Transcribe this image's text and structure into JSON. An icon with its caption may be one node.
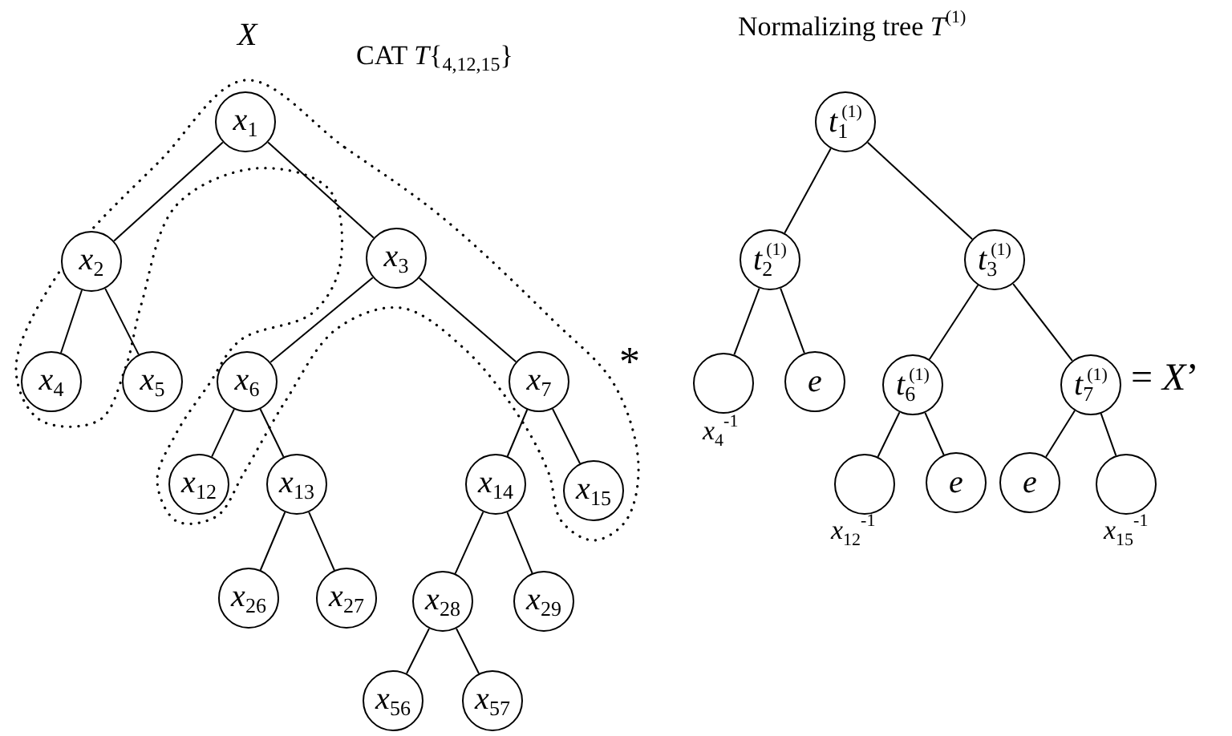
{
  "diagram": {
    "nodes": [
      {
        "text": [
          "*x*$_{1}$"
        ]
      },
      {
        "text": [
          "*x*$_{2}$"
        ]
      },
      {
        "text": [
          "*x*$_{3}$"
        ]
      },
      {
        "text": [
          "*x*$_{4}$"
        ]
      },
      {
        "text": [
          "*x*$_{5}$"
        ]
      },
      {
        "text": [
          "*x*$_{6}$"
        ]
      },
      {
        "text": [
          "*x*$_{7}$"
        ]
      },
      {
        "text": [
          "*x*$_{12}$"
        ]
      },
      {
        "text": [
          "*x*$_{13}$"
        ]
      },
      {
        "text": [
          "*x*$_{14}$"
        ]
      },
      {
        "text": [
          "*x*$_{15}$"
        ]
      },
      {
        "text": [
          "*x*$_{26}$"
        ]
      },
      {
        "text": [
          "*x*$_{27}$"
        ]
      },
      {
        "text": [
          "*x*$_{28}$"
        ]
      },
      {
        "text": [
          "*x*$_{29}$"
        ]
      },
      {
        "text": [
          "*x*$_{56}$"
        ]
      },
      {
        "text": [
          "*x*$_{57}$"
        ]
      },
      {
        "text": [
          "*t*$_{1}$$^{(1)}$"
        ]
      },
      {
        "text": [
          "*t*$_{2}$$^{(1)}$"
        ]
      },
      {
        "text": [
          "*t*$_{3}$$^{(1)}$"
        ]
      },
      {
        "text": [],
        "shape": "circle",
        "beside": [
          "*x*$_{4}$$^{-1}$"
        ]
      },
      {
        "text": [
          "*e*"
        ]
      },
      {
        "text": [
          "*t*$_{6}$$^{(1)}$"
        ]
      },
      {
        "text": [
          "*t*$_{7}$$^{(1)}$"
        ]
      },
      {
        "text": [],
        "shape": "circle",
        "beside": [
          "*x*$_{12}$$^{-1}$"
        ]
      },
      {
        "text": [
          "*e*"
        ]
      },
      {
        "text": [
          "*e*"
        ]
      },
      {
        "text": [],
        "shape": "circle",
        "beside": [
          "*x*$_{15}$$^{-1}$"
        ]
      }
    ],
    "edges": [
      {
        "from": 0,
        "to": 1,
        "arrow": "none"
      },
      {
        "from": 0,
        "to": 2,
        "arrow": "none"
      },
      {
        "from": 1,
        "to": 3,
        "arrow": "none"
      },
      {
        "from": 1,
        "to": 4,
        "arrow": "none"
      },
      {
        "from": 2,
        "to": 5,
        "arrow": "none"
      },
      {
        "from": 2,
        "to": 6,
        "arrow": "none"
      },
      {
        "from": 5,
        "to": 7,
        "arrow": "none"
      },
      {
        "from": 5,
        "to": 8,
        "arrow": "none"
      },
      {
        "from": 6,
        "to": 9,
        "arrow": "none"
      },
      {
        "from": 6,
        "to": 10,
        "arrow": "none"
      },
      {
        "from": 8,
        "to": 11,
        "arrow": "none"
      },
      {
        "from": 8,
        "to": 12,
        "arrow": "none"
      },
      {
        "from": 9,
        "to": 13,
        "arrow": "none"
      },
      {
        "from": 9,
        "to": 14,
        "arrow": "none"
      },
      {
        "from": 13,
        "to": 15,
        "arrow": "none"
      },
      {
        "from": 13,
        "to": 16,
        "arrow": "none"
      },
      {
        "from": 17,
        "to": 18,
        "arrow": "none"
      },
      {
        "from": 17,
        "to": 19,
        "arrow": "none"
      },
      {
        "from": 18,
        "to": 20,
        "arrow": "none"
      },
      {
        "from": 18,
        "to": 21,
        "arrow": "none"
      },
      {
        "from": 19,
        "to": 22,
        "arrow": "none"
      },
      {
        "from": 19,
        "to": 23,
        "arrow": "none"
      },
      {
        "from": 22,
        "to": 24,
        "arrow": "none"
      },
      {
        "from": 22,
        "to": 25,
        "arrow": "none"
      },
      {
        "from": 23,
        "to": 26,
        "arrow": "none"
      },
      {
        "from": 23,
        "to": 27,
        "arrow": "none"
      }
    ],
    "labels": [
      "*X*",
      "CAT *T*{$_{4,12,15}$}",
      "Normalizing tree *T*$^{(1)}$",
      "*",
      "= *X*’"
    ]
  }
}
